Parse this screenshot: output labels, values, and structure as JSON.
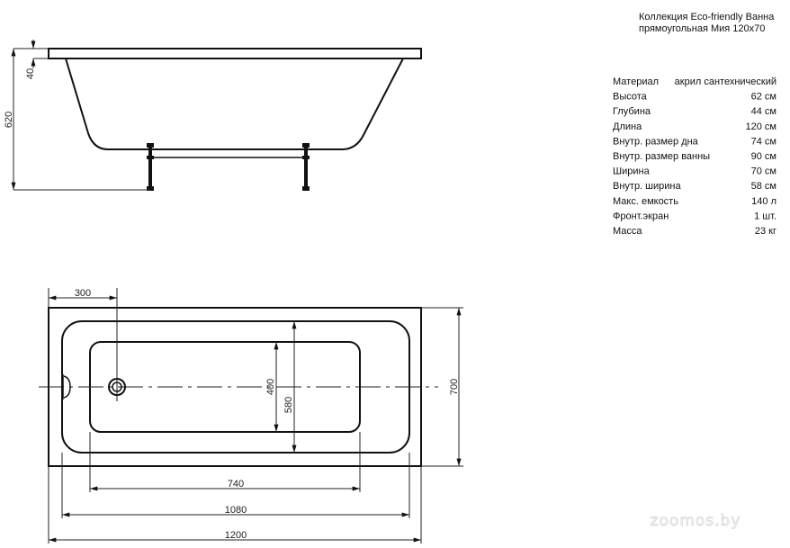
{
  "title": {
    "line1": "Коллекция Eco-friendly Ванна",
    "line2": "прямоугольная  Мия 120x70"
  },
  "specs": [
    {
      "label": "Материал",
      "value": "акрил сантехнический"
    },
    {
      "label": "Высота",
      "value": "62 см"
    },
    {
      "label": "Глубина",
      "value": "44 см"
    },
    {
      "label": "Длина",
      "value": "120 см"
    },
    {
      "label": "Внутр. размер дна",
      "value": "74 см"
    },
    {
      "label": "Внутр. размер ванны",
      "value": "90 см"
    },
    {
      "label": "Ширина",
      "value": "70 см"
    },
    {
      "label": "Внутр. ширина",
      "value": "58 см"
    },
    {
      "label": "Макс. емкость",
      "value": "140 л"
    },
    {
      "label": "Фронт.экран",
      "value": "1 шт."
    },
    {
      "label": "Масса",
      "value": "23 кг"
    }
  ],
  "side_view": {
    "rim_height": "40",
    "total_height": "620"
  },
  "top_view": {
    "drain_offset": "300",
    "width": "700",
    "inner_width": "580",
    "bottom_width": "400",
    "bottom_length": "740",
    "inner_length": "1080",
    "length": "1200"
  },
  "watermark": "zoomos.by"
}
